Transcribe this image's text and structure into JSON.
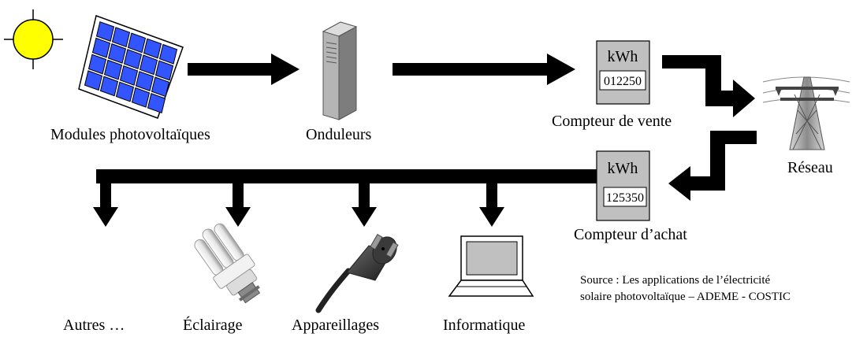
{
  "labels": {
    "modules": "Modules photovoltaïques",
    "onduleurs": "Onduleurs",
    "compteur_vente": "Compteur de vente",
    "reseau": "Réseau",
    "compteur_achat": "Compteur d’achat",
    "autres": "Autres …",
    "eclairage": "Éclairage",
    "appareillages": "Appareillages",
    "informatique": "Informatique"
  },
  "meters": {
    "vente": {
      "unit": "kWh",
      "reading": "012250"
    },
    "achat": {
      "unit": "kWh",
      "reading": "125350"
    }
  },
  "source": {
    "line1": "Source : Les applications de l’électricité",
    "line2": "solaire photovoltaïque – ADEME - COSTIC"
  },
  "colors": {
    "sun": "#ffff00",
    "panel": "#3355ff",
    "meter": "#c0c0c0",
    "arrow": "#000000"
  },
  "icons": [
    "sun-icon",
    "solar-panel-icon",
    "inverter-server-icon",
    "power-pylon-icon",
    "light-bulb-icon",
    "power-plug-icon",
    "laptop-icon"
  ]
}
